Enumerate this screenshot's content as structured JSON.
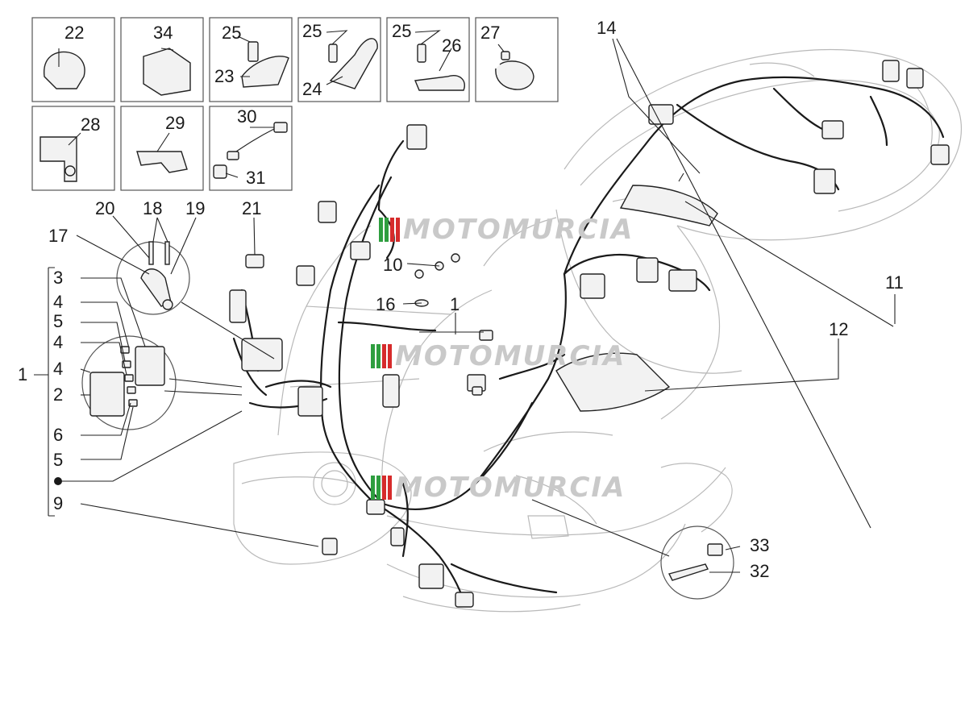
{
  "watermark": "MOTOMURCIA",
  "watermark_colors": {
    "stripe_green": "#2e9e3f",
    "stripe_red": "#d62b2b",
    "text": "#c9c9c9"
  },
  "part_numbers": {
    "p1": "1",
    "p2": "2",
    "p3": "3",
    "p4a": "4",
    "p4b": "4",
    "p4c": "4",
    "p5a": "5",
    "p5b": "5",
    "p6": "6",
    "p9": "9",
    "p10": "10",
    "p11": "11",
    "p12": "12",
    "p14": "14",
    "p16": "16",
    "p17": "17",
    "p18": "18",
    "p19": "19",
    "p20": "20",
    "p21": "21",
    "p22": "22",
    "p23": "23",
    "p24": "24",
    "p25a": "25",
    "p25b": "25",
    "p25c": "25",
    "p26": "26",
    "p27": "27",
    "p28": "28",
    "p29": "29",
    "p30": "30",
    "p31": "31",
    "p32": "32",
    "p33": "33",
    "p34": "34",
    "p1b": "1"
  }
}
